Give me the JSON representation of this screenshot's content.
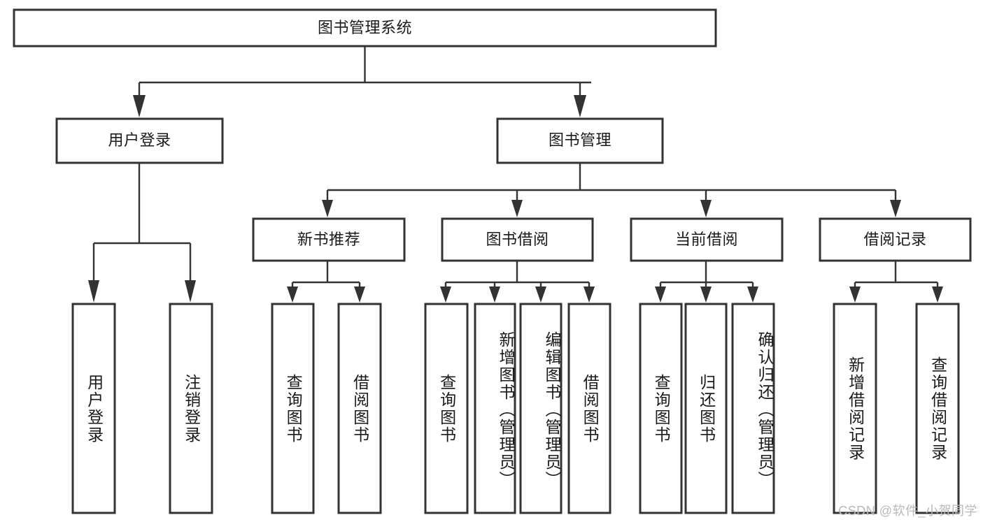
{
  "diagram": {
    "type": "tree-hierarchy-chart",
    "title": "图书管理系统",
    "watermark": "CSDN @软件_小贺同学",
    "colors": {
      "box_stroke": "#333333",
      "box_fill": "#ffffff",
      "connector": "#333333",
      "text": "#1a1a1a",
      "watermark": "#b9b9b9",
      "background": "#ffffff"
    },
    "nodes": {
      "root": {
        "label": "图书管理系统"
      },
      "level2": [
        {
          "id": "user-login",
          "label": "用户登录"
        },
        {
          "id": "book-manage",
          "label": "图书管理"
        }
      ],
      "level3": [
        {
          "id": "new-book-recommend",
          "label": "新书推荐"
        },
        {
          "id": "book-borrow",
          "label": "图书借阅"
        },
        {
          "id": "current-borrow",
          "label": "当前借阅"
        },
        {
          "id": "borrow-record",
          "label": "借阅记录"
        }
      ],
      "leaves": [
        {
          "id": "leaf-user-login",
          "label": "用户登录",
          "parent": "user-login"
        },
        {
          "id": "leaf-logout-login",
          "label": "注销登录",
          "parent": "user-login"
        },
        {
          "id": "leaf-query-book-1",
          "label": "查询图书",
          "parent": "new-book-recommend"
        },
        {
          "id": "leaf-borrow-book-1",
          "label": "借阅图书",
          "parent": "new-book-recommend"
        },
        {
          "id": "leaf-query-book-2",
          "label": "查询图书",
          "parent": "book-borrow"
        },
        {
          "id": "leaf-add-book",
          "label": "新增图书（管理员）",
          "parent": "book-borrow"
        },
        {
          "id": "leaf-edit-book",
          "label": "编辑图书（管理员）",
          "parent": "book-borrow"
        },
        {
          "id": "leaf-borrow-book-2",
          "label": "借阅图书",
          "parent": "book-borrow"
        },
        {
          "id": "leaf-query-book-3",
          "label": "查询图书",
          "parent": "current-borrow"
        },
        {
          "id": "leaf-return-book",
          "label": "归还图书",
          "parent": "current-borrow"
        },
        {
          "id": "leaf-confirm-return",
          "label": "确认归还（管理员）",
          "parent": "current-borrow"
        },
        {
          "id": "leaf-add-record",
          "label": "新增借阅记录",
          "parent": "borrow-record"
        },
        {
          "id": "leaf-query-record",
          "label": "查询借阅记录",
          "parent": "borrow-record"
        }
      ]
    }
  }
}
